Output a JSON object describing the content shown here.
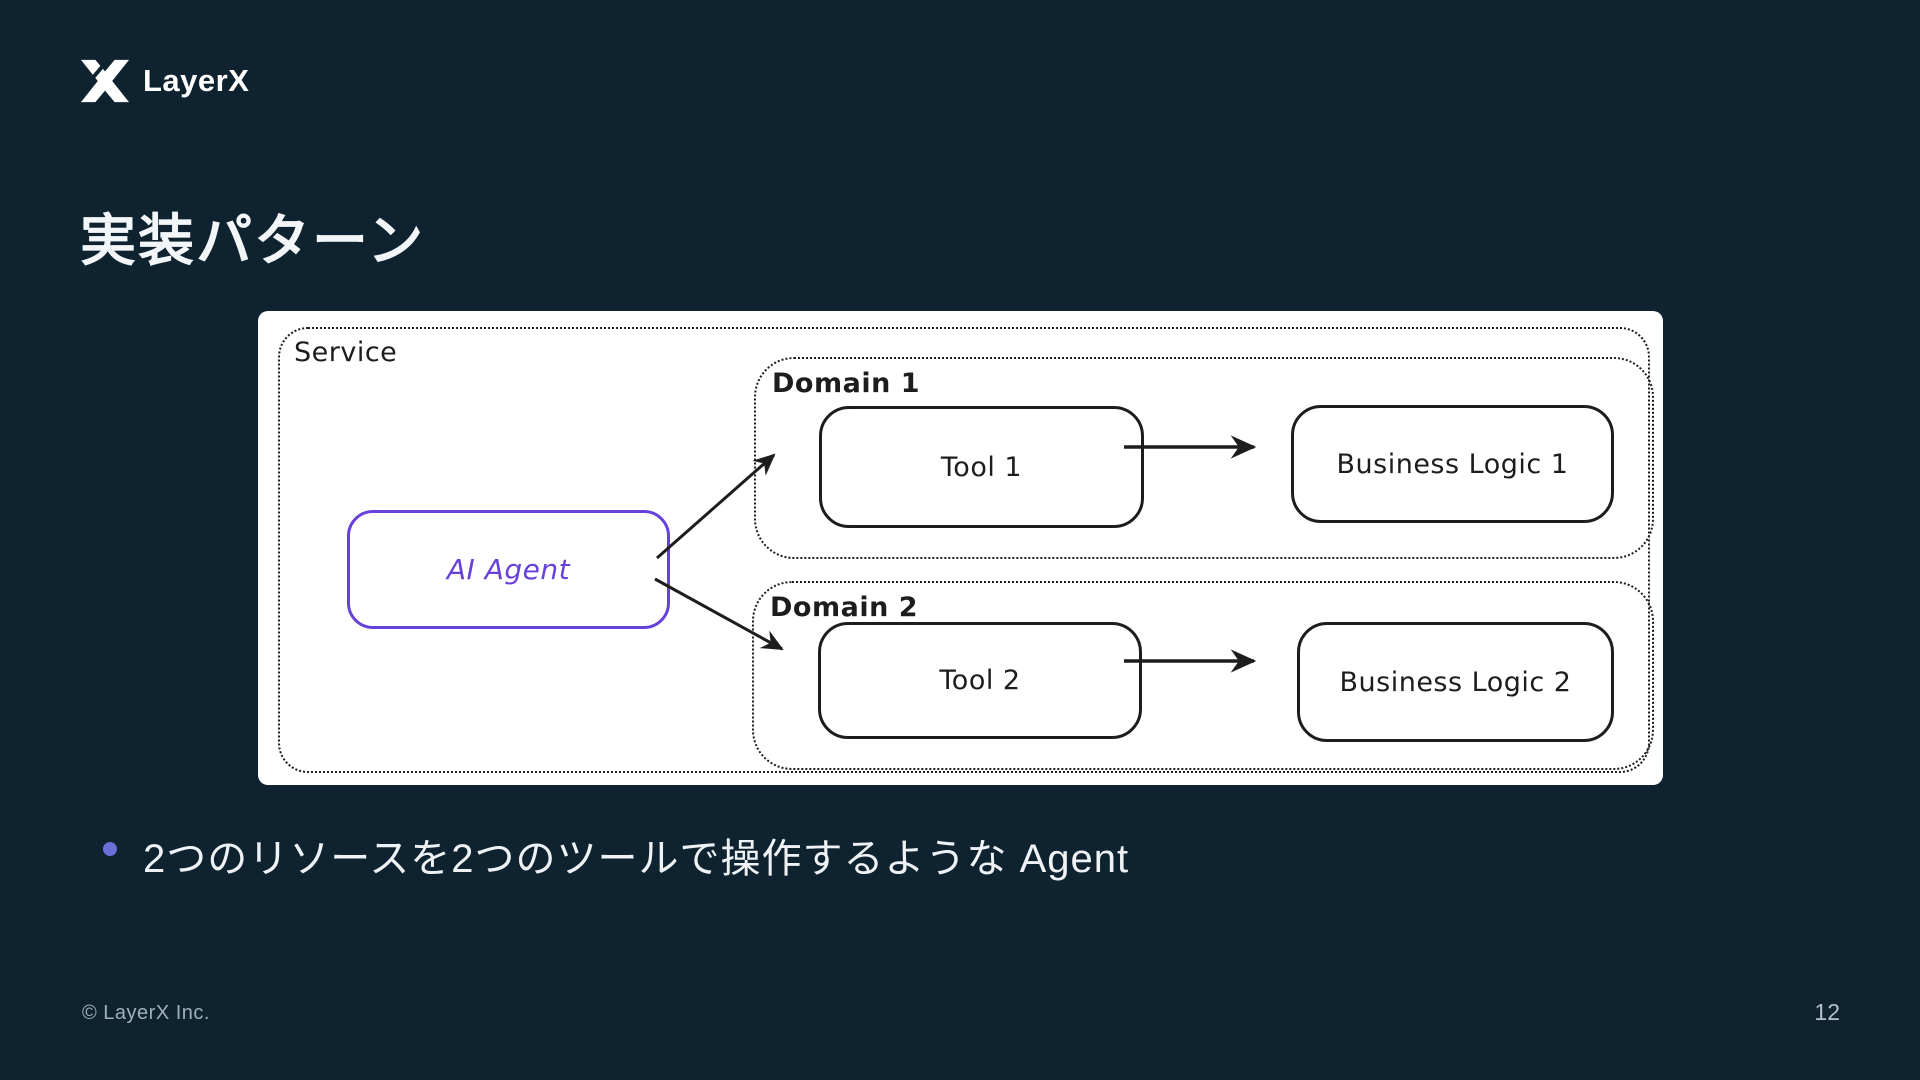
{
  "slide": {
    "background_color": "#0e2230",
    "accent_purple": "#6741d9",
    "logo_text": "LayerX",
    "title": "実装パターン",
    "bullet": {
      "text": "2つのリソースを2つのツールで操作するような Agent",
      "dot_color": "#6b6fd8"
    },
    "footer": {
      "copyright": "© LayerX Inc.",
      "page_number": "12"
    }
  },
  "diagram": {
    "service_label": "Service",
    "agent_label": "AI Agent",
    "stroke_color": "#1d1d1d",
    "domains": [
      {
        "label": "Domain 1",
        "tool_label": "Tool 1",
        "logic_label": "Business Logic 1"
      },
      {
        "label": "Domain 2",
        "tool_label": "Tool 2",
        "logic_label": "Business Logic 2"
      }
    ]
  }
}
